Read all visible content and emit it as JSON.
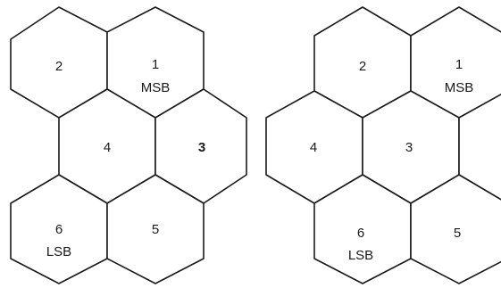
{
  "figure_left": {
    "cells": [
      {
        "id": "2",
        "number": "2",
        "sublabel": ""
      },
      {
        "id": "1",
        "number": "1",
        "sublabel": "MSB"
      },
      {
        "id": "4",
        "number": "4",
        "sublabel": ""
      },
      {
        "id": "3",
        "number": "3",
        "sublabel": ""
      },
      {
        "id": "6",
        "number": "6",
        "sublabel": "LSB"
      },
      {
        "id": "5",
        "number": "5",
        "sublabel": ""
      }
    ]
  },
  "figure_right": {
    "cells": [
      {
        "id": "2",
        "number": "2",
        "sublabel": ""
      },
      {
        "id": "1",
        "number": "1",
        "sublabel": "MSB"
      },
      {
        "id": "4",
        "number": "4",
        "sublabel": ""
      },
      {
        "id": "3",
        "number": "3",
        "sublabel": ""
      },
      {
        "id": "6",
        "number": "6",
        "sublabel": "LSB"
      },
      {
        "id": "5",
        "number": "5",
        "sublabel": ""
      }
    ]
  }
}
